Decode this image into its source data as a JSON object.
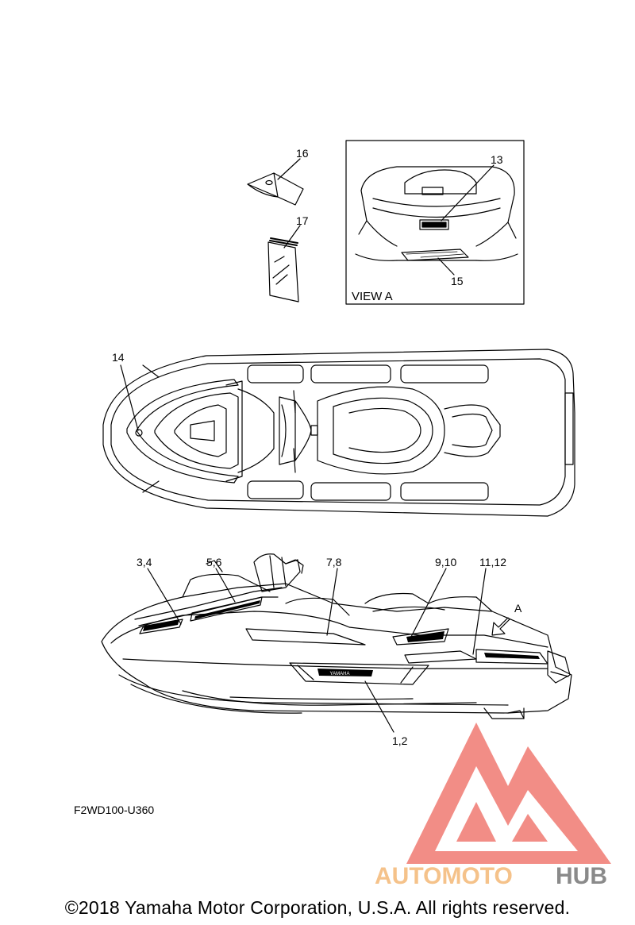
{
  "callouts": {
    "c16": "16",
    "c17": "17",
    "c13": "13",
    "c15": "15",
    "c14": "14",
    "c3_4": "3,4",
    "c5_6": "5,6",
    "c7_8": "7,8",
    "c9_10": "9,10",
    "c11_12": "11,12",
    "c1_2": "1,2",
    "cA": "A"
  },
  "view_label": "VIEW A",
  "diagram_code": "F2WD100-U360",
  "copyright": "©2018 Yamaha Motor Corporation, U.S.A. All rights reserved.",
  "decal_text": {
    "yamaha": "YAMAHA"
  },
  "watermark": {
    "word_a": "AUTOMOTO",
    "word_b": "HUB",
    "color_a": "#f5c28a",
    "color_b": "#8a8a8a",
    "logo_color": "#f07a72"
  }
}
